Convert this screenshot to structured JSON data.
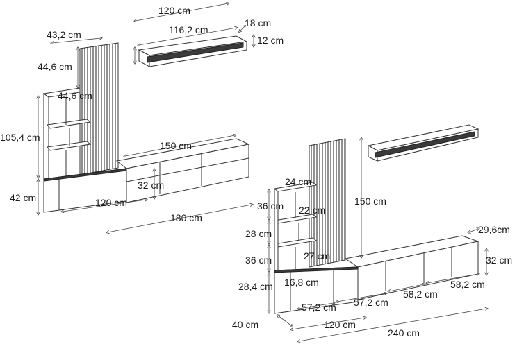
{
  "title": "Wall unit dimension diagram",
  "left_set": {
    "labels": [
      "120 cm",
      "18 cm",
      "43,2 cm",
      "116,2 cm",
      "12 cm",
      "44,6 cm",
      "44,6 cm",
      "105,4 cm",
      "150 cm",
      "32 cm",
      "42 cm",
      "120 cm",
      "180 cm"
    ]
  },
  "right_set": {
    "labels": [
      "24 cm",
      "150 cm",
      "36 cm",
      "22 cm",
      "28 cm",
      "29,6cm",
      "36 cm",
      "27 cm",
      "32 cm",
      "28,4 cm",
      "16,8 cm",
      "58,2 cm",
      "57,2 cm",
      "58,2 cm",
      "57,2 cm",
      "40 cm",
      "120 cm",
      "240 cm"
    ]
  }
}
